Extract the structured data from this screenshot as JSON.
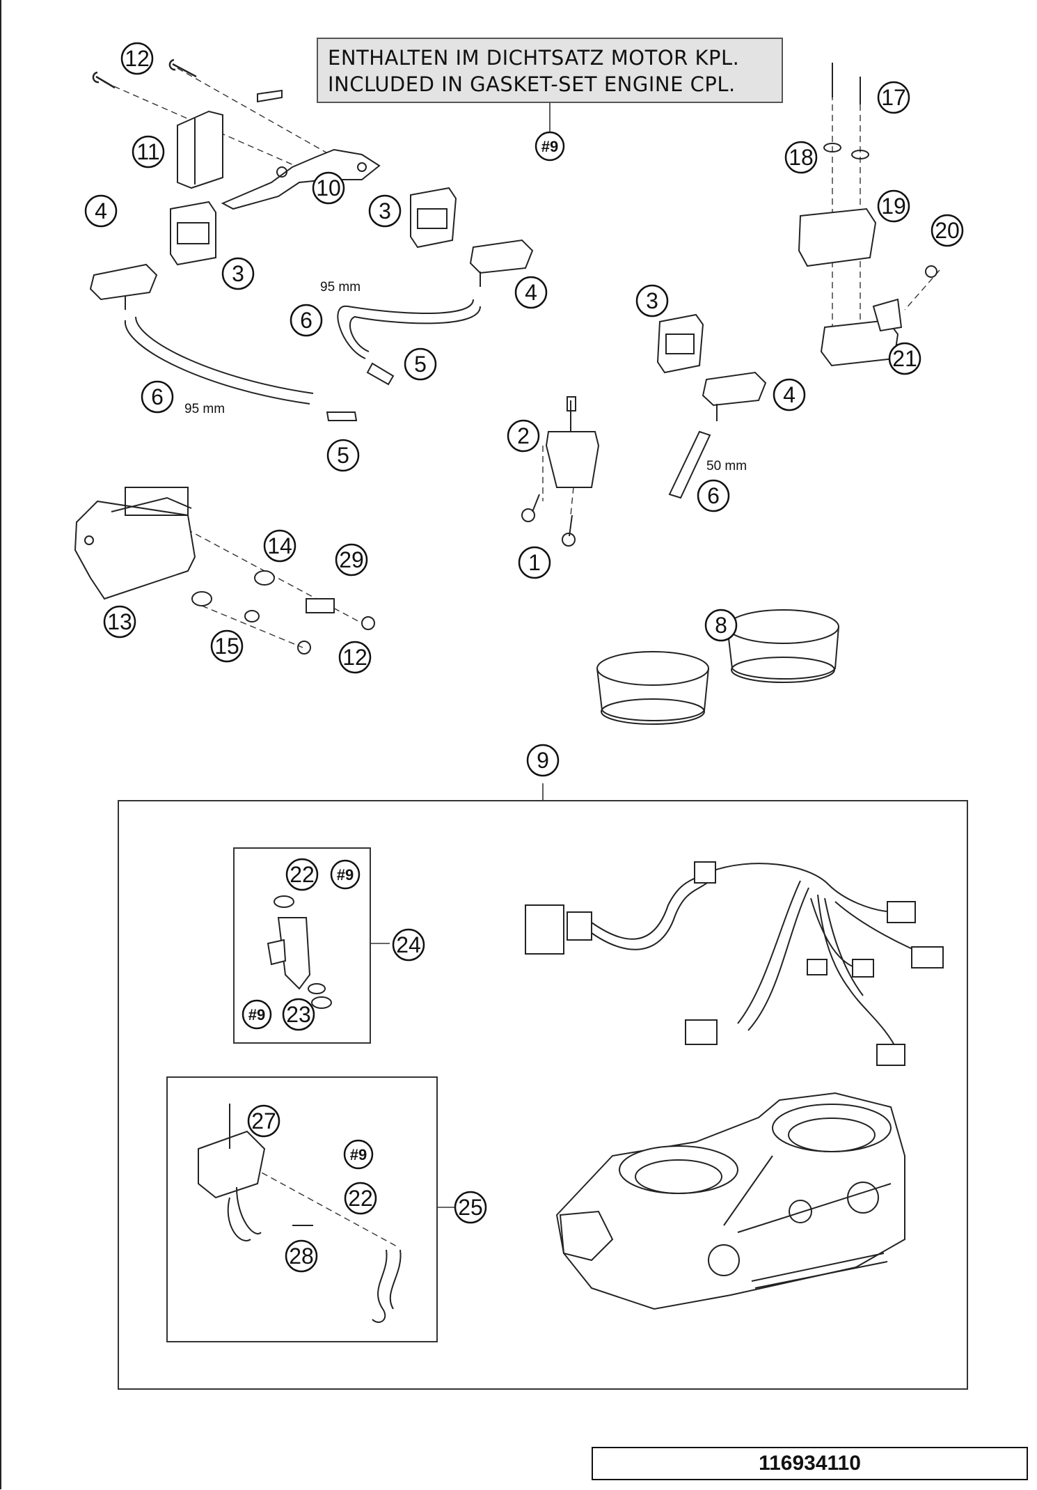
{
  "note": {
    "line_de": "ENTHALTEN IM DICHTSATZ MOTOR KPL.",
    "line_en": "INCLUDED IN GASKET-SET ENGINE CPL.",
    "ref": "#9"
  },
  "dimensions": {
    "hose_left": "95 mm",
    "hose_center": "95 mm",
    "hose_right": "50 mm"
  },
  "callouts": {
    "c1": "1",
    "c2": "2",
    "c3": "3",
    "c4": "4",
    "c5": "5",
    "c6": "6",
    "c8": "8",
    "c9": "9",
    "c10": "10",
    "c11": "11",
    "c12": "12",
    "c13": "13",
    "c14": "14",
    "c15": "15",
    "c17": "17",
    "c18": "18",
    "c19": "19",
    "c20": "20",
    "c21": "21",
    "c22": "22",
    "c23": "23",
    "c24": "24",
    "c25": "25",
    "c27": "27",
    "c28": "28",
    "c29": "29",
    "ref9": "#9"
  },
  "footer": {
    "drawing_number": "116934110"
  }
}
